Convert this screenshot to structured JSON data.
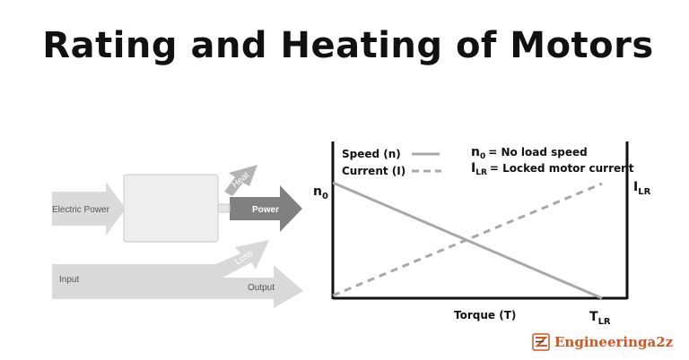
{
  "page": {
    "title": "Rating and Heating of Motors"
  },
  "motor_diagram": {
    "electric_power_label": "Electric Power",
    "heat_label": "Heat",
    "power_label": "Power",
    "input_label": "Input",
    "loss_label": "Loss",
    "output_label": "Output",
    "colors": {
      "arrow_light": "#d9d9d9",
      "arrow_dark": "#7f7f7f",
      "arrow_mid": "#bfbfbf",
      "motor_body": "#eeeeee"
    }
  },
  "chart_data": {
    "type": "line",
    "xlabel": "Torque (T)",
    "x_end_label": "T",
    "x_end_sub": "LR",
    "y_left_label": "n",
    "y_left_sub": "0",
    "y_right_label": "I",
    "y_right_sub": "LR",
    "legend": {
      "speed": "Speed (n)",
      "current": "Current (I)",
      "no_load_symbol": "n",
      "no_load_sub": "0",
      "no_load_text": "= No load speed",
      "locked_symbol": "I",
      "locked_sub": "LR",
      "locked_text": "= Locked motor current"
    },
    "series": [
      {
        "name": "Speed (n)",
        "style": "solid",
        "x": [
          0,
          1
        ],
        "y": [
          1,
          0
        ]
      },
      {
        "name": "Current (I)",
        "style": "dashed",
        "x": [
          0,
          1
        ],
        "y": [
          0,
          1
        ]
      }
    ],
    "grid": false,
    "colors": {
      "series": "#a8a8a8",
      "axes": "#111111"
    }
  },
  "branding": {
    "logo_text": "Engineeringa2z",
    "logo_color": "#d9531e"
  }
}
